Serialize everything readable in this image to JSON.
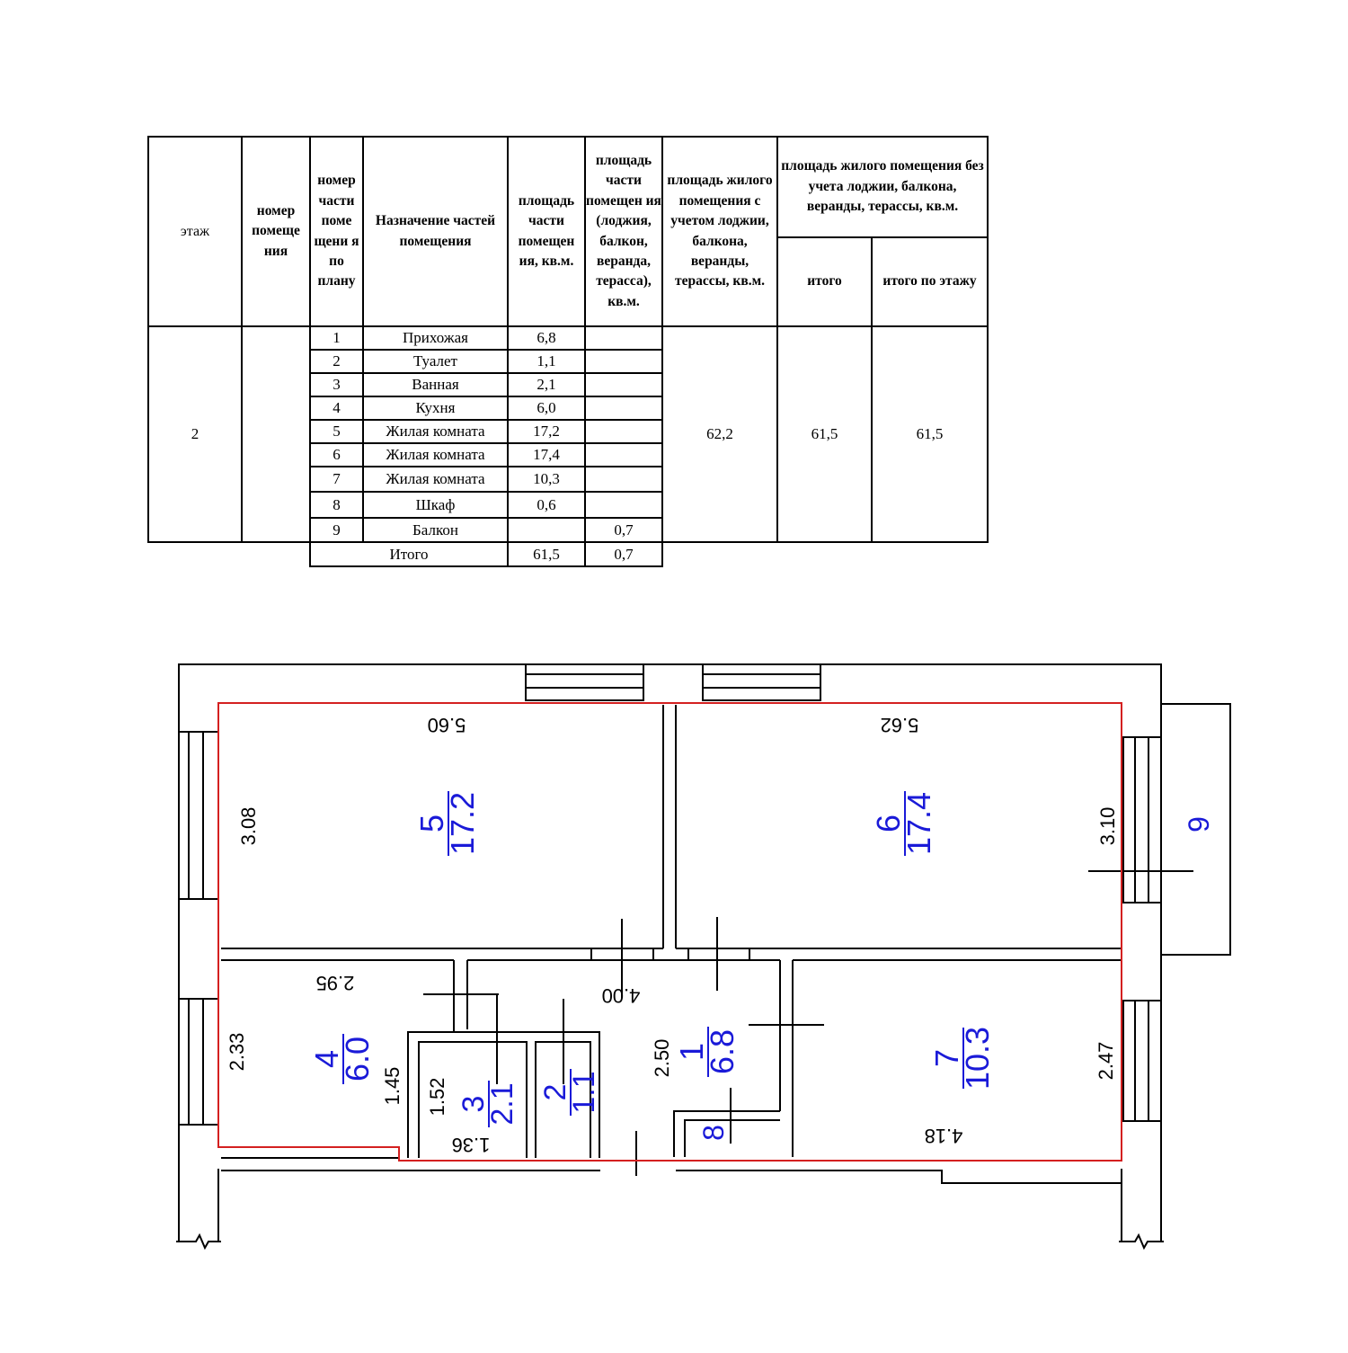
{
  "table": {
    "headers": {
      "floor": "этаж",
      "room_no": "номер помеще ния",
      "part_no": "номер части поме щени я по плану",
      "purpose": "Назначение частей помещения",
      "part_area": "площадь части помещен ия, кв.м.",
      "part_area_loggia": "площадь части помещен ия (лоджия, балкон, веранда, терасса), кв.м.",
      "living_area_with": "площадь жилого помещения с учетом лоджии, балкона, веранды, терассы, кв.м.",
      "living_area_without": "площадь жилого помещения без учета лоджии, балкона, веранды, терассы, кв.м.",
      "total": "итого",
      "total_floor": "итого по этажу"
    },
    "floor": "2",
    "room_no": "",
    "rows": [
      {
        "n": "1",
        "name": "Прихожая",
        "area": "6,8",
        "loggia": ""
      },
      {
        "n": "2",
        "name": "Туалет",
        "area": "1,1",
        "loggia": ""
      },
      {
        "n": "3",
        "name": "Ванная",
        "area": "2,1",
        "loggia": ""
      },
      {
        "n": "4",
        "name": "Кухня",
        "area": "6,0",
        "loggia": ""
      },
      {
        "n": "5",
        "name": "Жилая комната",
        "area": "17,2",
        "loggia": ""
      },
      {
        "n": "6",
        "name": "Жилая комната",
        "area": "17,4",
        "loggia": ""
      },
      {
        "n": "7",
        "name": "Жилая комната",
        "area": "10,3",
        "loggia": ""
      },
      {
        "n": "8",
        "name": "Шкаф",
        "area": "0,6",
        "loggia": ""
      },
      {
        "n": "9",
        "name": "Балкон",
        "area": "",
        "loggia": "0,7"
      }
    ],
    "living_with": "62,2",
    "living_without_total": "61,5",
    "living_without_floor": "61,5",
    "total_row": {
      "label": "Итого",
      "area": "61,5",
      "loggia": "0,7"
    }
  },
  "plan": {
    "rooms": [
      {
        "n": "5",
        "area": "17.2"
      },
      {
        "n": "6",
        "area": "17.4"
      },
      {
        "n": "4",
        "area": "6.0"
      },
      {
        "n": "1",
        "area": "6.8"
      },
      {
        "n": "7",
        "area": "10.3"
      },
      {
        "n": "3",
        "area": "2.1"
      },
      {
        "n": "2",
        "area": "1.1"
      },
      {
        "n": "8"
      },
      {
        "n": "9"
      }
    ],
    "dimensions": {
      "room5_width": "5.60",
      "room5_height": "3.08",
      "room6_width": "5.62",
      "room6_height": "3.10",
      "room4_width": "2.95",
      "room4_height": "2.33",
      "hall_width": "4.00",
      "hall_height": "2.50",
      "bath_height": "1.45",
      "bath_inner_height": "1.52",
      "bath_width": "1.36",
      "room7_width": "4.18",
      "room7_height": "2.47"
    },
    "colors": {
      "labels": "#1a1ad8",
      "outline": "#d42020",
      "walls": "#000000"
    }
  }
}
